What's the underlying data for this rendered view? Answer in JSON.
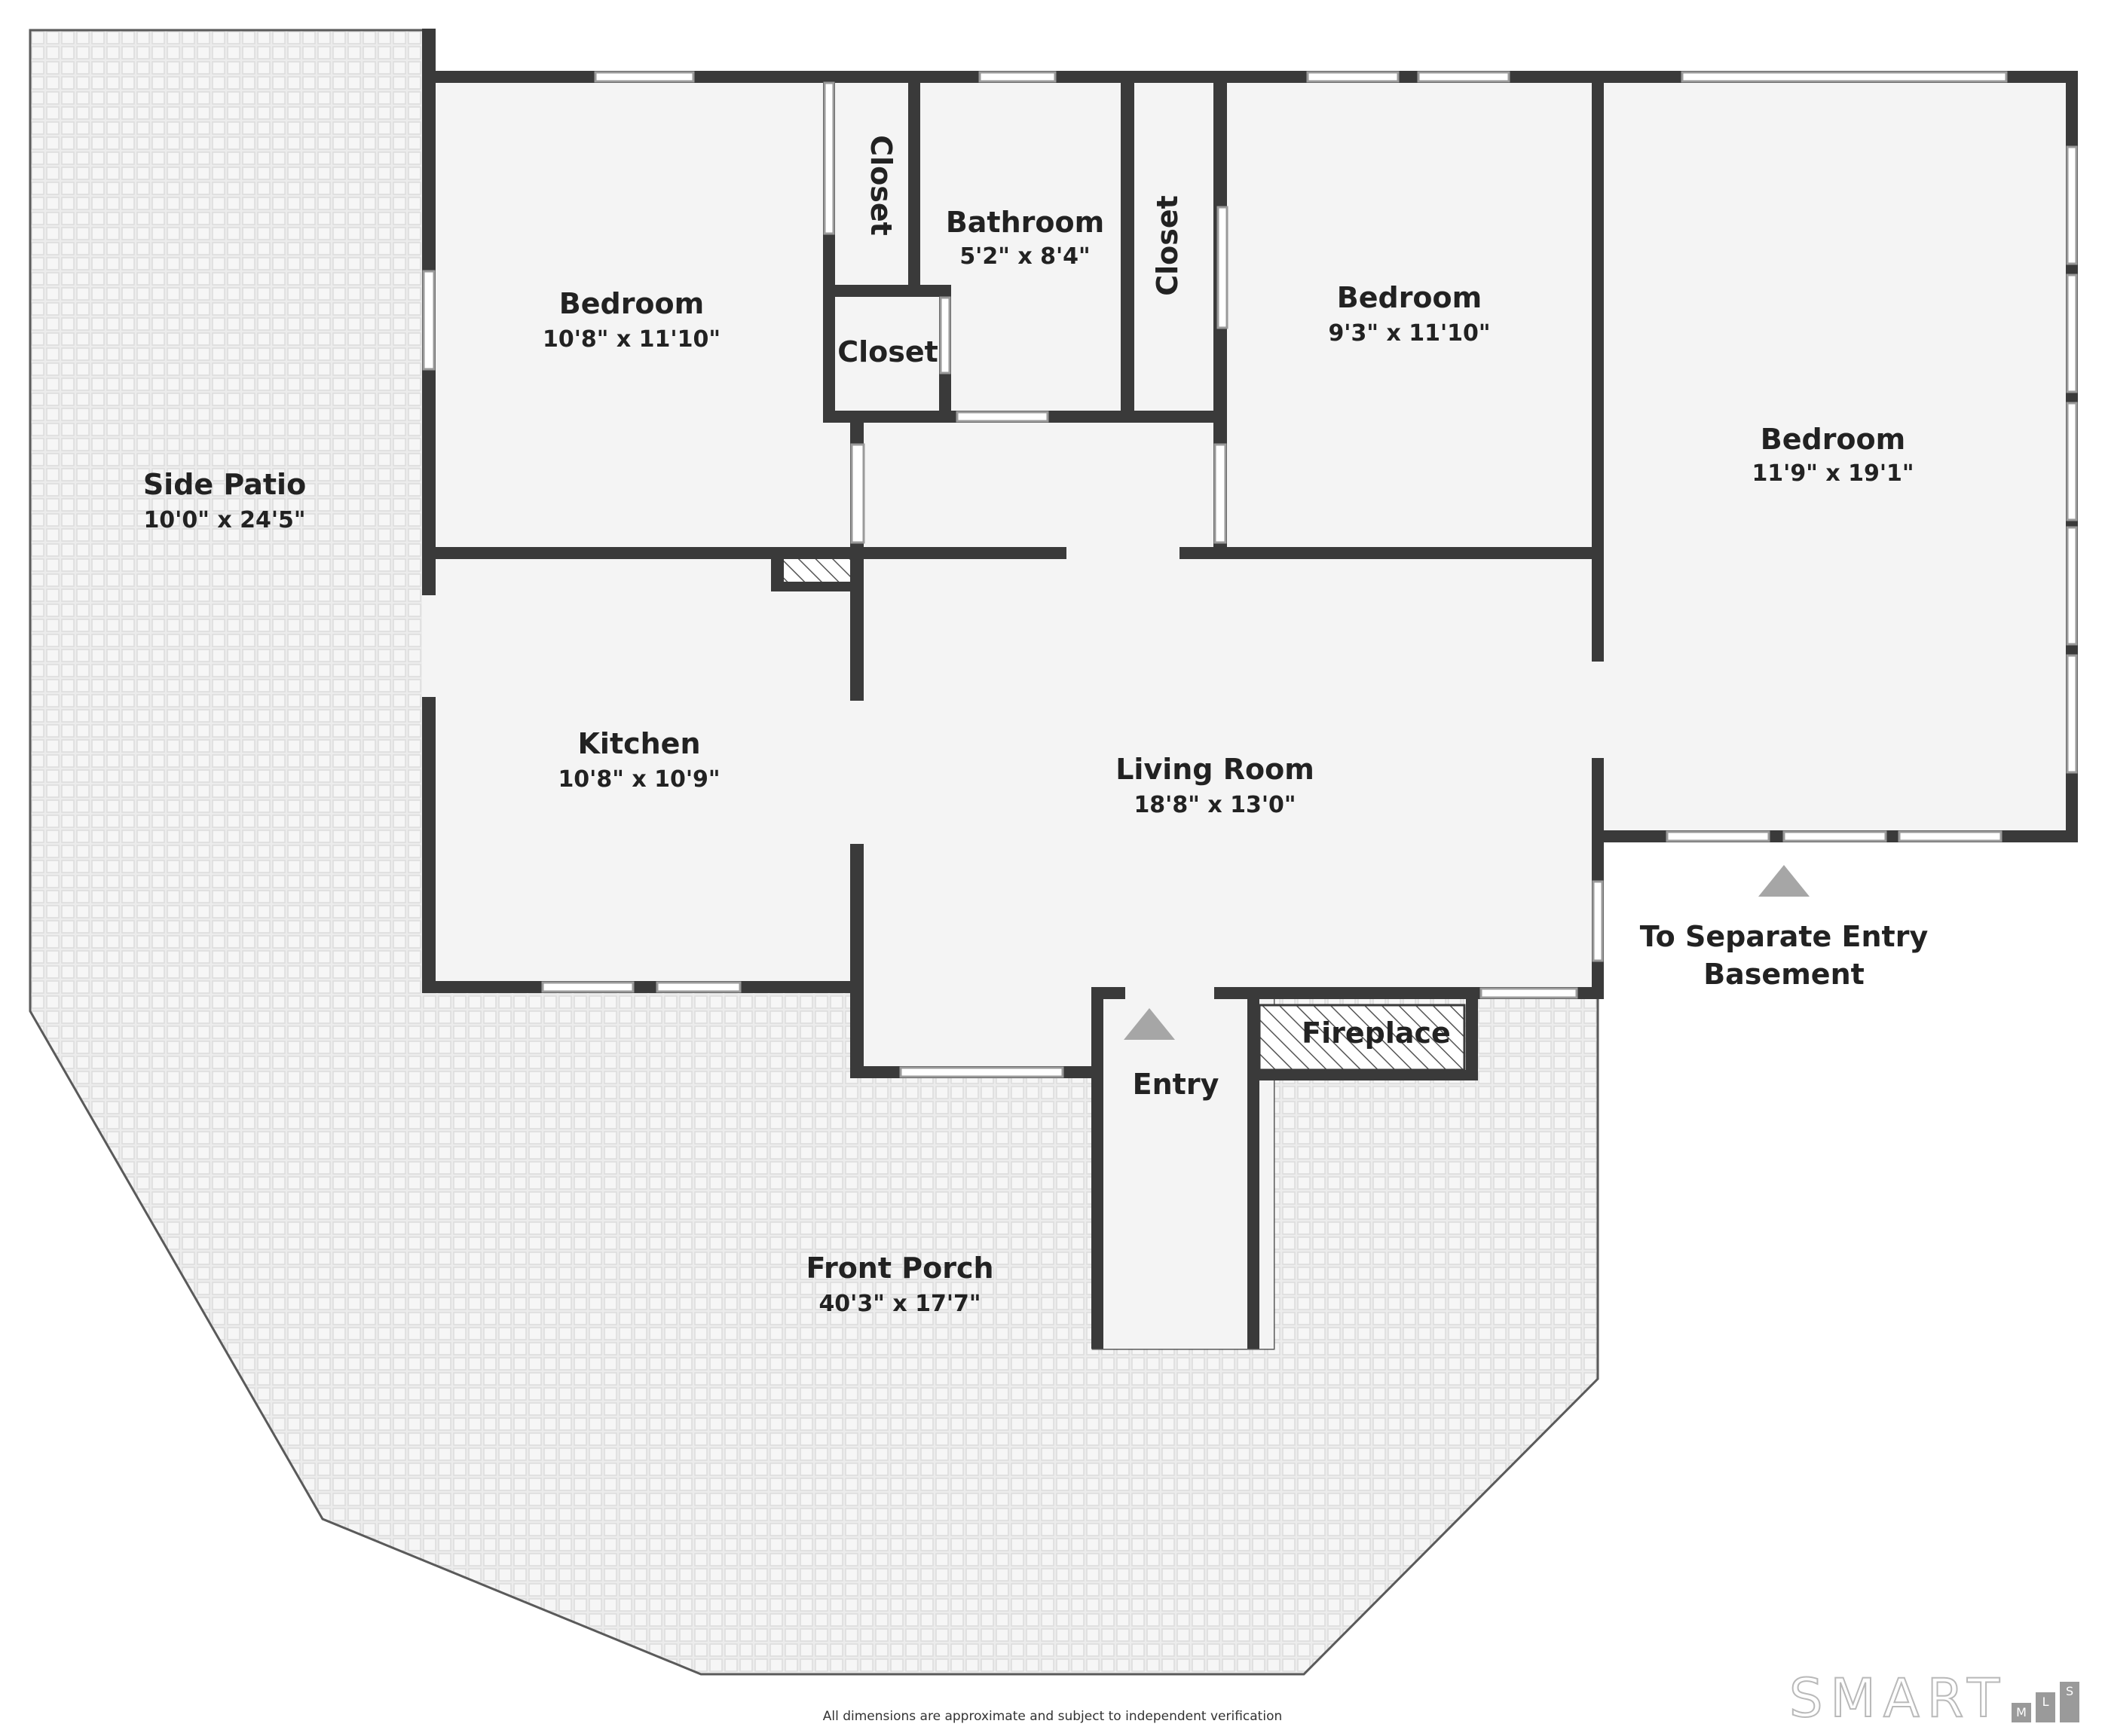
{
  "rooms": [
    {
      "key": "side_patio",
      "name": "Side Patio",
      "dims": "10'0\" x 24'5\""
    },
    {
      "key": "bedroom_1",
      "name": "Bedroom",
      "dims": "10'8\" x 11'10\""
    },
    {
      "key": "closet_1",
      "name": "Closet",
      "dims": ""
    },
    {
      "key": "closet_2",
      "name": "Closet",
      "dims": ""
    },
    {
      "key": "bathroom",
      "name": "Bathroom",
      "dims": "5'2\" x 8'4\""
    },
    {
      "key": "closet_3",
      "name": "Closet",
      "dims": ""
    },
    {
      "key": "bedroom_2",
      "name": "Bedroom",
      "dims": "9'3\" x 11'10\""
    },
    {
      "key": "bedroom_3",
      "name": "Bedroom",
      "dims": "11'9\" x 19'1\""
    },
    {
      "key": "kitchen",
      "name": "Kitchen",
      "dims": "10'8\" x 10'9\""
    },
    {
      "key": "living_room",
      "name": "Living Room",
      "dims": "18'8\" x 13'0\""
    },
    {
      "key": "fireplace",
      "name": "Fireplace",
      "dims": ""
    },
    {
      "key": "entry",
      "name": "Entry",
      "dims": ""
    },
    {
      "key": "front_porch",
      "name": "Front Porch",
      "dims": "40'3\" x 17'7\""
    }
  ],
  "labels": {
    "separate_entry_line1": "To Separate Entry",
    "separate_entry_line2": "Basement"
  },
  "footer": {
    "disclaimer": "All dimensions are approximate and subject to independent verification"
  },
  "logo": {
    "word": "SMART",
    "letters": [
      "M",
      "L",
      "S"
    ]
  },
  "colors": {
    "wall": "#3a3a3a",
    "room_fill": "#f4f4f4",
    "patio_fill": "#e8e8e8",
    "fireplace_hatch": "#555555",
    "arrow": "#a6a6a6"
  }
}
